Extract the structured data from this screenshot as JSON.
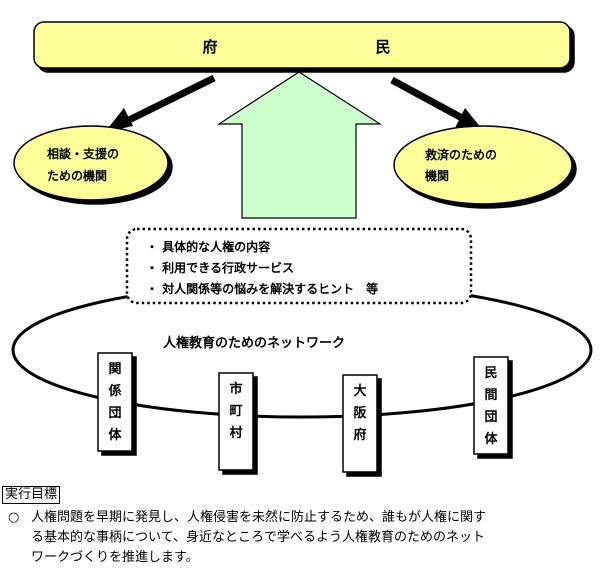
{
  "header": {
    "left_char": "府",
    "right_char": "民"
  },
  "organizations": {
    "left": [
      "相談・支援の",
      "ための機関"
    ],
    "right": [
      "救済のための",
      "機関"
    ]
  },
  "info_box": {
    "items": [
      "・ 具体的な人権の内容",
      "・ 利用できる行政サービス",
      "・ 対人関係等の悩みを解決するヒント　等"
    ]
  },
  "network": {
    "title": "人権教育のためのネットワーク",
    "members": [
      [
        "関",
        "係",
        "団",
        "体"
      ],
      [
        "市",
        "町",
        "村"
      ],
      [
        "大",
        "阪",
        "府"
      ],
      [
        "民",
        "間",
        "団",
        "体"
      ]
    ]
  },
  "goal": {
    "heading": "実行目標",
    "marker": "○",
    "lines": [
      "人権問題を早期に発見し、人権侵害を未然に防止するため、誰もが人権に関す",
      "る基本的な事柄について、身近なところで学べるよう人権教育のためのネット",
      "ワークづくりを推進します。"
    ]
  },
  "colors": {
    "header_fill": "#ffff99",
    "ellipse_fill": "#ffff99",
    "arrow_fill": "#ccffcc",
    "line": "#000000"
  }
}
